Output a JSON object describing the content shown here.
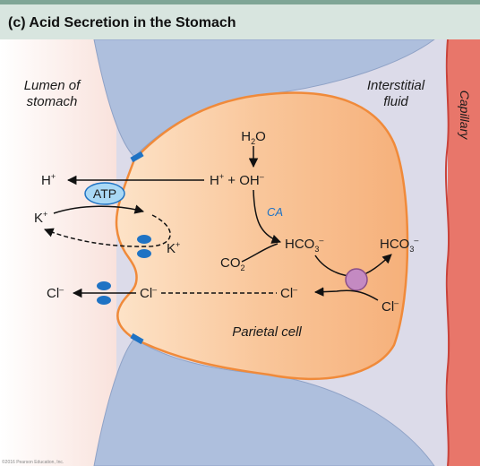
{
  "header": {
    "title": "(c) Acid Secretion in the Stomach"
  },
  "regions": {
    "lumen": [
      "Lumen of",
      "stomach"
    ],
    "interstitial": [
      "Interstitial",
      "fluid"
    ],
    "capillary": "Capillary",
    "cell": "Parietal cell"
  },
  "chem": {
    "h2o": {
      "base": "H",
      "sub": "2",
      "tail": "O"
    },
    "h_oh": {
      "h": "H",
      "hsup": "+",
      "plus": " + OH",
      "ohsup": "–"
    },
    "ca": "CA",
    "co2": {
      "base": "CO",
      "sub": "2"
    },
    "hco3_in": {
      "base": "HCO",
      "sub": "3",
      "sup": "–"
    },
    "hco3_out": {
      "base": "HCO",
      "sub": "3",
      "sup": "–"
    },
    "h_lumen": {
      "base": "H",
      "sup": "+"
    },
    "atp": "ATP",
    "k_lumen": {
      "base": "K",
      "sup": "+"
    },
    "k_cell": {
      "base": "K",
      "sup": "+"
    },
    "cl_lumen": {
      "base": "Cl",
      "sup": "–"
    },
    "cl_cell": {
      "base": "Cl",
      "sup": "–"
    },
    "cl_mid": {
      "base": "Cl",
      "sup": "–"
    },
    "cl_out": {
      "base": "Cl",
      "sup": "–"
    }
  },
  "colors": {
    "header_bg": "#d8e5df",
    "header_stripe": "#7fa596",
    "interstitial": "#dcdbe9",
    "neighbor_cell": "#aebfdd",
    "parietal_cell": "#f7b882",
    "parietal_outline": "#f08a3a",
    "capillary": "#e8766a",
    "atp": "#a9d8f5",
    "channel": "#1f73c4",
    "exchanger": "#c48ac2"
  },
  "copyright": "©2016 Pearson Education, Inc."
}
